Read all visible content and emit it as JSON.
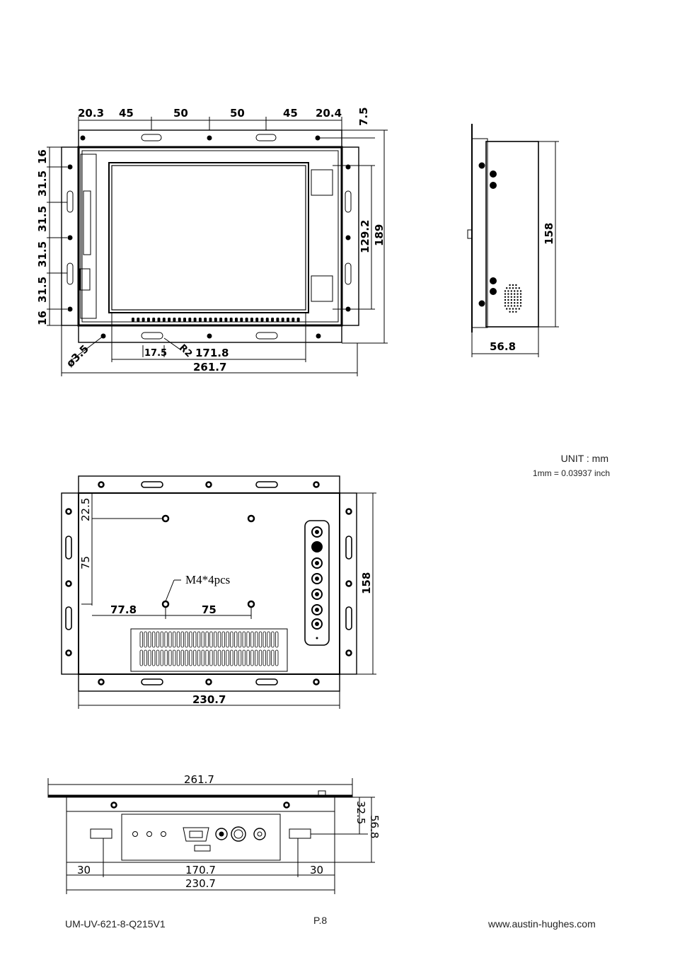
{
  "footer": {
    "doc_code": "UM-UV-621-8-Q215V1",
    "page": "P.8",
    "website": "www.austin-hughes.com"
  },
  "units": {
    "unit": "UNIT : mm",
    "conversion": "1mm = 0.03937 inch"
  },
  "front_view": {
    "top_dims": [
      "20.3",
      "45",
      "50",
      "50",
      "45",
      "20.4"
    ],
    "top_offset": "7.5",
    "left_dims": [
      "16",
      "31.5",
      "31.5",
      "31.5",
      "31.5",
      "16"
    ],
    "active_height": "129.2",
    "total_height": "189",
    "hole_dia": "ø3.5",
    "slot_len": "17.5",
    "slot_radius": "R2",
    "active_width": "171.8",
    "total_width": "261.7"
  },
  "side_view": {
    "height": "158",
    "depth": "56.8"
  },
  "rear_view": {
    "vesa_top": "22.5",
    "vesa_v": "75",
    "mount_note": "M4*4pcs",
    "vesa_left": "77.8",
    "vesa_h": "75",
    "height": "158",
    "width": "230.7"
  },
  "bottom_view": {
    "total_width": "261.7",
    "d1": "32.5",
    "depth": "56.8",
    "left": "30",
    "middle": "170.7",
    "right": "30",
    "body_width": "230.7"
  }
}
